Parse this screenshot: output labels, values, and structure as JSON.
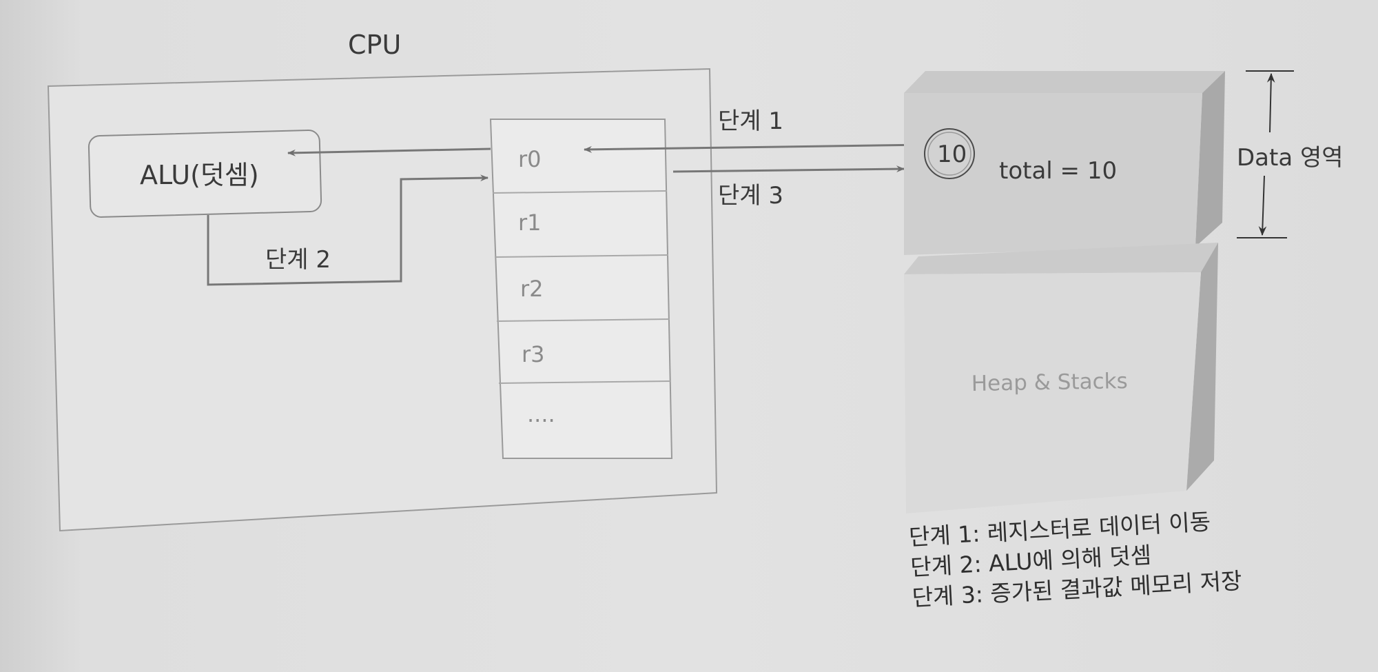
{
  "cpu": {
    "title": "CPU",
    "alu_label": "ALU(덧셈)",
    "registers": [
      "r0",
      "r1",
      "r2",
      "r3",
      "...."
    ]
  },
  "steps": {
    "step1": "단계 1",
    "step2": "단계 2",
    "step3": "단계 3"
  },
  "memory": {
    "value_circle": "10",
    "total_label": "total = 10",
    "data_area_label": "Data 영역",
    "heap_label": "Heap & Stacks"
  },
  "legend": [
    "단계 1: 레지스터로 데이터 이동",
    "단계 2: ALU에 의해 덧셈",
    "단계 3: 증가된 결과값 메모리 저장"
  ]
}
